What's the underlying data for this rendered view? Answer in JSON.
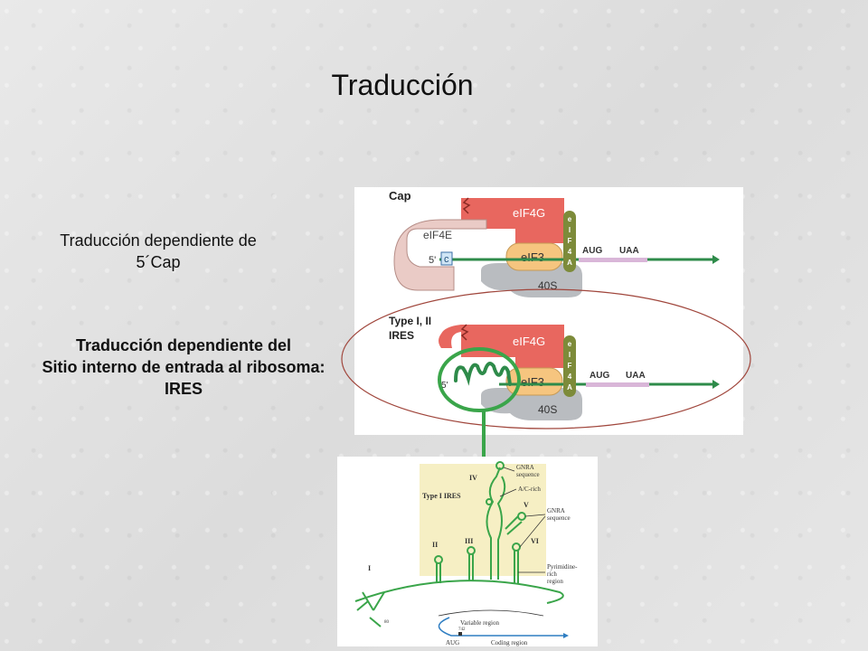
{
  "slide": {
    "title": "Traducción",
    "cap_label_line1": "Traducción dependiente de",
    "cap_label_line2": "5´Cap",
    "ires_label_line1": "Traducción dependiente del",
    "ires_label_line2": "Sitio interno de entrada al ribosoma:",
    "ires_label_line3": "IRES"
  },
  "cap_diagram": {
    "heading": "Cap",
    "eif4g": "eIF4G",
    "eif4e": "eIF4E",
    "eif3": "eIF3",
    "five_prime": "5'",
    "cap_symbol": "c",
    "ribosome": "40S",
    "start_codon": "AUG",
    "stop_codon": "UAA",
    "eif4a_letters": [
      "e",
      "I",
      "F",
      "4",
      "A"
    ]
  },
  "ires_diagram": {
    "heading_line1": "Type I, II",
    "heading_line2": "IRES",
    "eif4g": "eIF4G",
    "eif3": "eIF3",
    "ribosome": "40S",
    "start_codon": "AUG",
    "stop_codon": "UAA",
    "five_prime": "5'",
    "eif4a_letters": [
      "e",
      "I",
      "F",
      "4",
      "A"
    ]
  },
  "ires_structure": {
    "heading": "Type I IRES",
    "domains": [
      "I",
      "II",
      "III",
      "IV",
      "V",
      "VI"
    ],
    "gnra_top_line1": "GNRA",
    "gnra_top_line2": "sequence",
    "ac_rich": "A/C-rich",
    "gnra_right_line1": "GNRA",
    "gnra_right_line2": "sequence",
    "pyrimidine_line1": "Pyrimidine-",
    "pyrimidine_line2": "rich",
    "pyrimidine_line3": "region",
    "variable_region": "Variable region",
    "aug": "AUG",
    "coding_region": "Coding region",
    "pos_small": "742",
    "pos_left": "80"
  },
  "colors": {
    "eif4g": "#e8675f",
    "eif4e": "#eacbc6",
    "eif3": "#f6c57f",
    "ribosome": "#b9bcc0",
    "eif4a": "#7d8b3a",
    "mrna": "#2e8b4a",
    "ires_green": "#3aa54a",
    "ellipse": "#a0463c",
    "coding": "#d9b6d8",
    "structure_bg": "#f6efc4"
  }
}
